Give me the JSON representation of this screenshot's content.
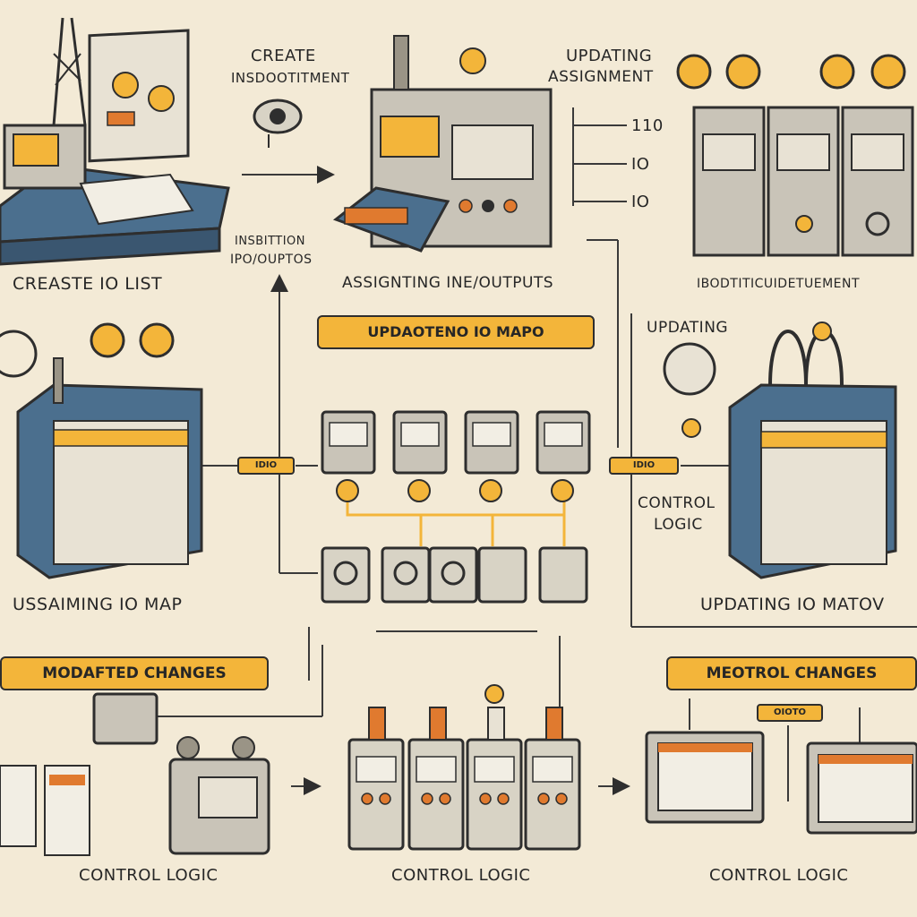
{
  "labels": {
    "create": "CREATE",
    "create_sub": "INSDOOTITMENT",
    "updating_top": "UPDATING",
    "assignment": "ASSIGNMENT",
    "io1": "110",
    "io2": "IO",
    "io3": "IO",
    "insertion1": "INSBITTION",
    "insertion2": "IPO/OUPTOS",
    "create_io_list": "CREASTE IO LIST",
    "assigning": "ASSIGNTING INE/OUTPUTS",
    "cabinet_caption": "IBODTITICUIDETUEMENT",
    "updating_mid": "UPDATING",
    "control_logic_mid1": "CONTROL",
    "control_logic_mid2": "LOGIC",
    "using_io_map": "USSAIMING IO MAP",
    "updating_io_map": "UPDATING IO MATOV",
    "control_logic_1": "CONTROL LOGIC",
    "control_logic_2": "CONTROL LOGIC",
    "control_logic_3": "CONTROL LOGIC"
  },
  "banners": {
    "io_map": "UPDAOTENO IO MAPO",
    "modified": "MODAFTED CHANGES",
    "meotrol": "MEOTROL CHANGES"
  },
  "tags": {
    "left_tag": "IDIO",
    "right_tag": "IDIO",
    "small_tag": "OIOTO"
  },
  "colors": {
    "background": "#f3ead6",
    "accent": "#f3b53a",
    "metal": "#c9c4b8",
    "panel": "#4b6f8e",
    "outline": "#2e2e2e"
  }
}
